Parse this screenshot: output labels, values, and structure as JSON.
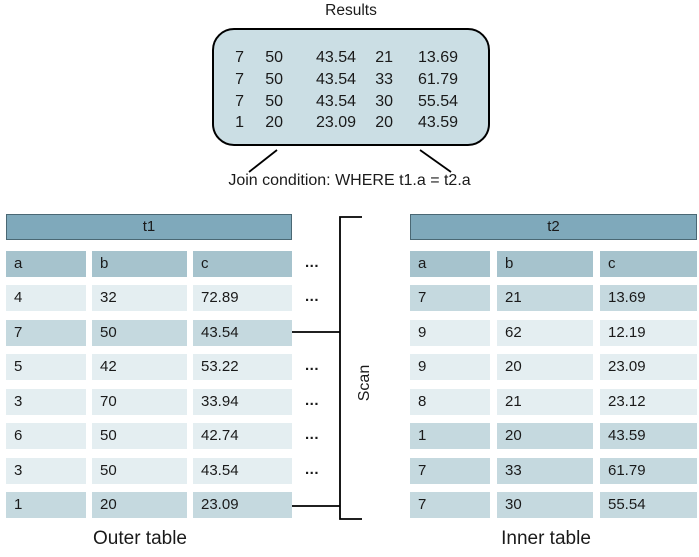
{
  "results_box": {
    "title": "Results",
    "rows": [
      [
        "7",
        "50",
        "43.54",
        "21",
        "13.69"
      ],
      [
        "7",
        "50",
        "43.54",
        "33",
        "61.79"
      ],
      [
        "7",
        "50",
        "43.54",
        "30",
        "55.54"
      ],
      [
        "1",
        "20",
        "23.09",
        "20",
        "43.59"
      ]
    ]
  },
  "join_condition": "Join condition: WHERE t1.a = t2.a",
  "scan_label": "Scan",
  "ellipsis": "...",
  "outer_table": {
    "name": "t1",
    "caption": "Outer table",
    "columns": [
      "a",
      "b",
      "c"
    ],
    "header_ellipsis": true,
    "rows": [
      {
        "cells": [
          "4",
          "32",
          "72.89"
        ],
        "highlight": false,
        "ellipsis": true
      },
      {
        "cells": [
          "7",
          "50",
          "43.54"
        ],
        "highlight": true,
        "ellipsis": false
      },
      {
        "cells": [
          "5",
          "42",
          "53.22"
        ],
        "highlight": false,
        "ellipsis": true
      },
      {
        "cells": [
          "3",
          "70",
          "33.94"
        ],
        "highlight": false,
        "ellipsis": true
      },
      {
        "cells": [
          "6",
          "50",
          "42.74"
        ],
        "highlight": false,
        "ellipsis": true
      },
      {
        "cells": [
          "3",
          "50",
          "43.54"
        ],
        "highlight": false,
        "ellipsis": true
      },
      {
        "cells": [
          "1",
          "20",
          "23.09"
        ],
        "highlight": true,
        "ellipsis": false
      }
    ]
  },
  "inner_table": {
    "name": "t2",
    "caption": "Inner table",
    "columns": [
      "a",
      "b",
      "c"
    ],
    "rows": [
      {
        "cells": [
          "7",
          "21",
          "13.69"
        ],
        "highlight": true
      },
      {
        "cells": [
          "9",
          "62",
          "12.19"
        ],
        "highlight": false
      },
      {
        "cells": [
          "9",
          "20",
          "23.09"
        ],
        "highlight": false
      },
      {
        "cells": [
          "8",
          "21",
          "23.12"
        ],
        "highlight": false
      },
      {
        "cells": [
          "1",
          "20",
          "43.59"
        ],
        "highlight": true
      },
      {
        "cells": [
          "7",
          "33",
          "61.79"
        ],
        "highlight": true
      },
      {
        "cells": [
          "7",
          "30",
          "55.54"
        ],
        "highlight": true
      }
    ]
  },
  "colors": {
    "table_header_bg": "#7fa9bb",
    "table_header_border": "#4a6874",
    "column_header_bg": "#a6c3cd",
    "row_light_bg": "#e4eef1",
    "row_highlight_bg": "#c5d9df",
    "results_box_bg": "#cbdee4",
    "line_color": "#000000",
    "text_color": "#1a1a1a"
  }
}
